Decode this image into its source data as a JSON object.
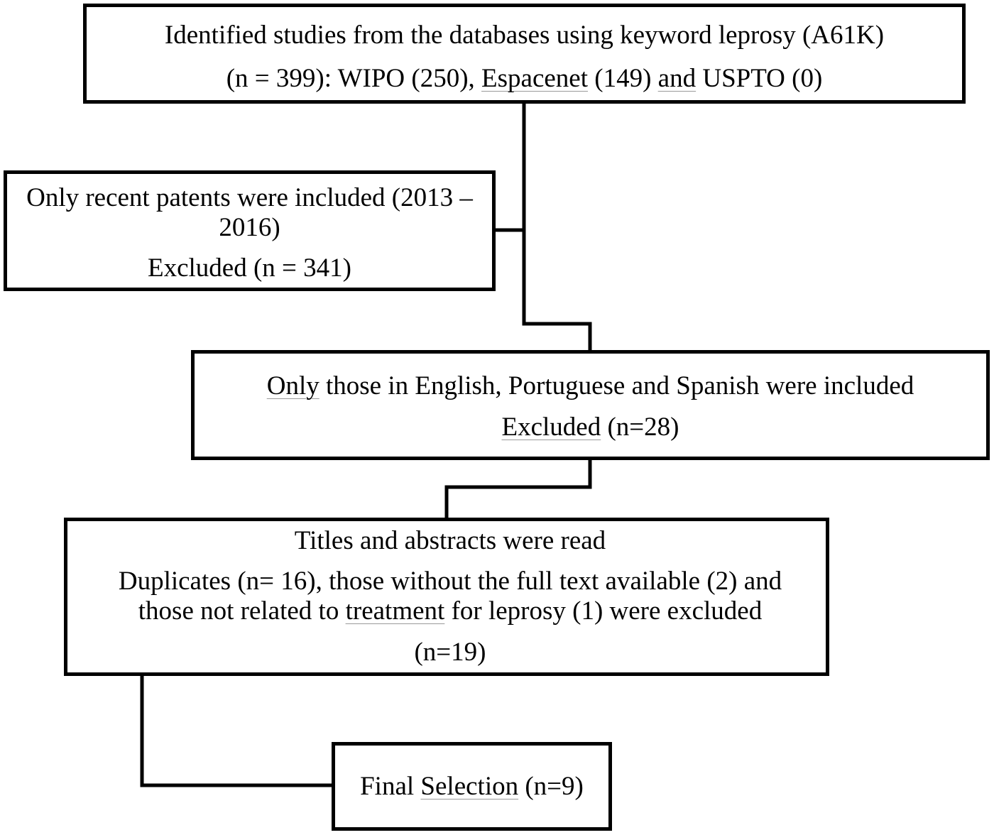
{
  "flowchart": {
    "identified": {
      "line1": "Identified studies from the databases  using keyword leprosy (A61K)",
      "line2_a": "(n = 399): WIPO (250), ",
      "line2_b": "Espacenet",
      "line2_c": " (149) ",
      "line2_d": "and",
      "line2_e": " USPTO (0)"
    },
    "recent_patents": {
      "line1": "Only recent patents were included (2013 –",
      "line2": "2016)",
      "line3": "Excluded (n = 341)"
    },
    "language": {
      "line1_a": "Only",
      "line1_b": " those in English, Portuguese and Spanish were included",
      "line2_a": "Excluded",
      "line2_b": " (n=28)"
    },
    "titles_abstracts": {
      "line1": "Titles and abstracts were read",
      "line2": "Duplicates (n= 16), those without the full text available (2) and",
      "line3_a": "those not related to ",
      "line3_b": "treatment",
      "line3_c": " for leprosy (1) were excluded",
      "line4": "(n=19)"
    },
    "final": {
      "text_a": "Final ",
      "text_b": "Selection",
      "text_c": " (n=9)"
    }
  }
}
